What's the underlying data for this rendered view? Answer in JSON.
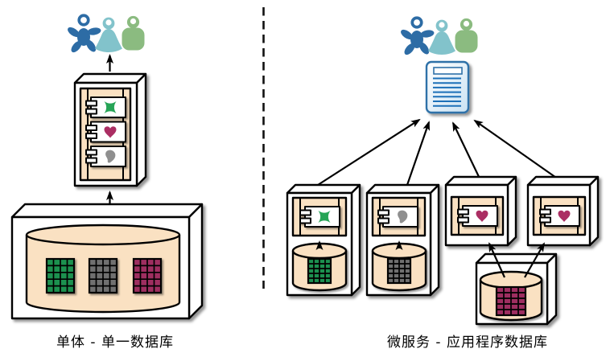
{
  "left_section": {
    "caption": "单体 - 单一数据库",
    "users": [
      "blue-star-user",
      "teal-user",
      "green-user"
    ],
    "monolith_components": [
      "green-x",
      "crimson-heart",
      "gray-blob"
    ],
    "database_tables": [
      "green",
      "gray",
      "crimson"
    ]
  },
  "right_section": {
    "caption": "微服务 - 应用程序数据库",
    "users": [
      "blue-star-user",
      "teal-user",
      "green-user"
    ],
    "report_icon": "document",
    "services": [
      {
        "component": "green-x",
        "own_database": "green"
      },
      {
        "component": "gray-blob",
        "own_database": "gray"
      },
      {
        "component": "crimson-heart",
        "own_database": "shared-crimson"
      },
      {
        "component": "crimson-heart",
        "own_database": "shared-crimson"
      }
    ],
    "shared_database_table": "crimson"
  },
  "colors": {
    "peach": "#FAE1C2",
    "outline": "#000000",
    "user-blue": "#2D6CA5",
    "user-teal": "#82C3CB",
    "user-green": "#8BBB80",
    "glyph-green": "#27A457",
    "glyph-crimson": "#AB2F63",
    "glyph-gray": "#8F8F8F",
    "tbl-green": "#1F9150",
    "tbl-gray": "#6F6F6F",
    "tbl-crimson": "#9E2F61",
    "doc-border": "#2F71A8",
    "doc-line": "#1C70B8",
    "doc-fill-end": "#C9E2F3"
  }
}
